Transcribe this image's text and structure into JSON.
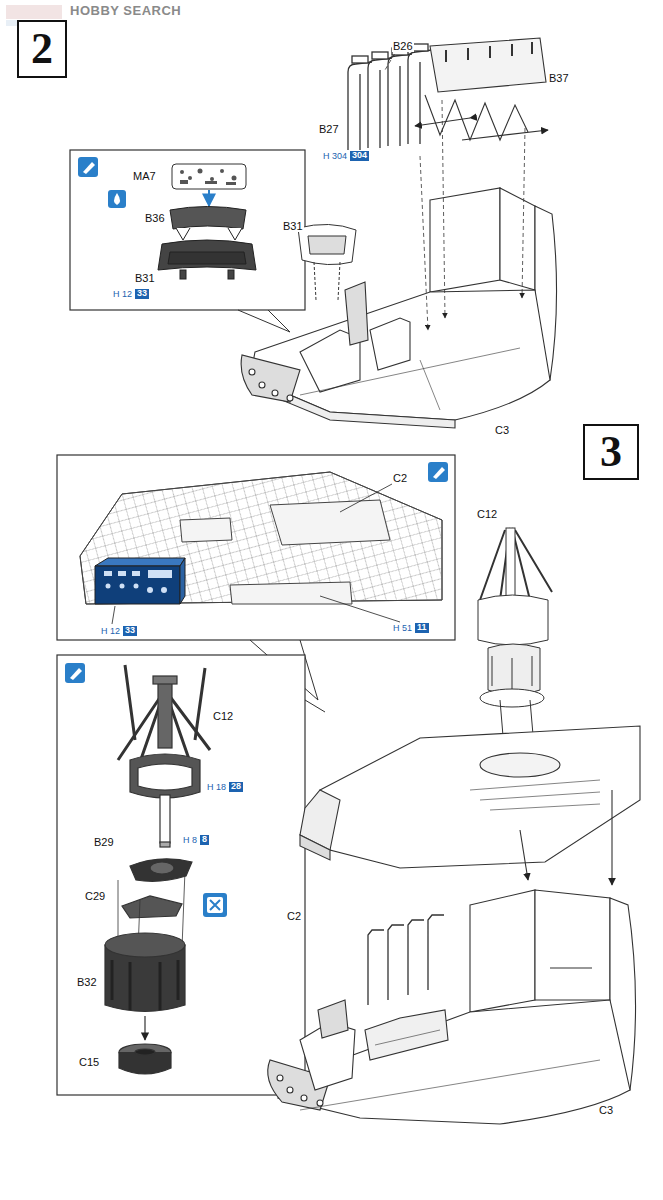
{
  "diagram": {
    "nodes": [
      {
        "text": [
          "2"
        ]
      },
      {
        "text": [
          "3"
        ]
      }
    ],
    "labels": [
      "HOBBY SEARCH",
      "B26",
      "B37",
      "B27",
      "H 304",
      "304",
      "MA7",
      "B36",
      "B31",
      "H 12",
      "33",
      "B31",
      "C3",
      "C2",
      "H 12",
      "33",
      "H 51",
      "11",
      "C12",
      "C12",
      "H 18",
      "28",
      "H 8",
      "8",
      "B29",
      "C29",
      "B32",
      "C15",
      "C2",
      "C3"
    ]
  }
}
